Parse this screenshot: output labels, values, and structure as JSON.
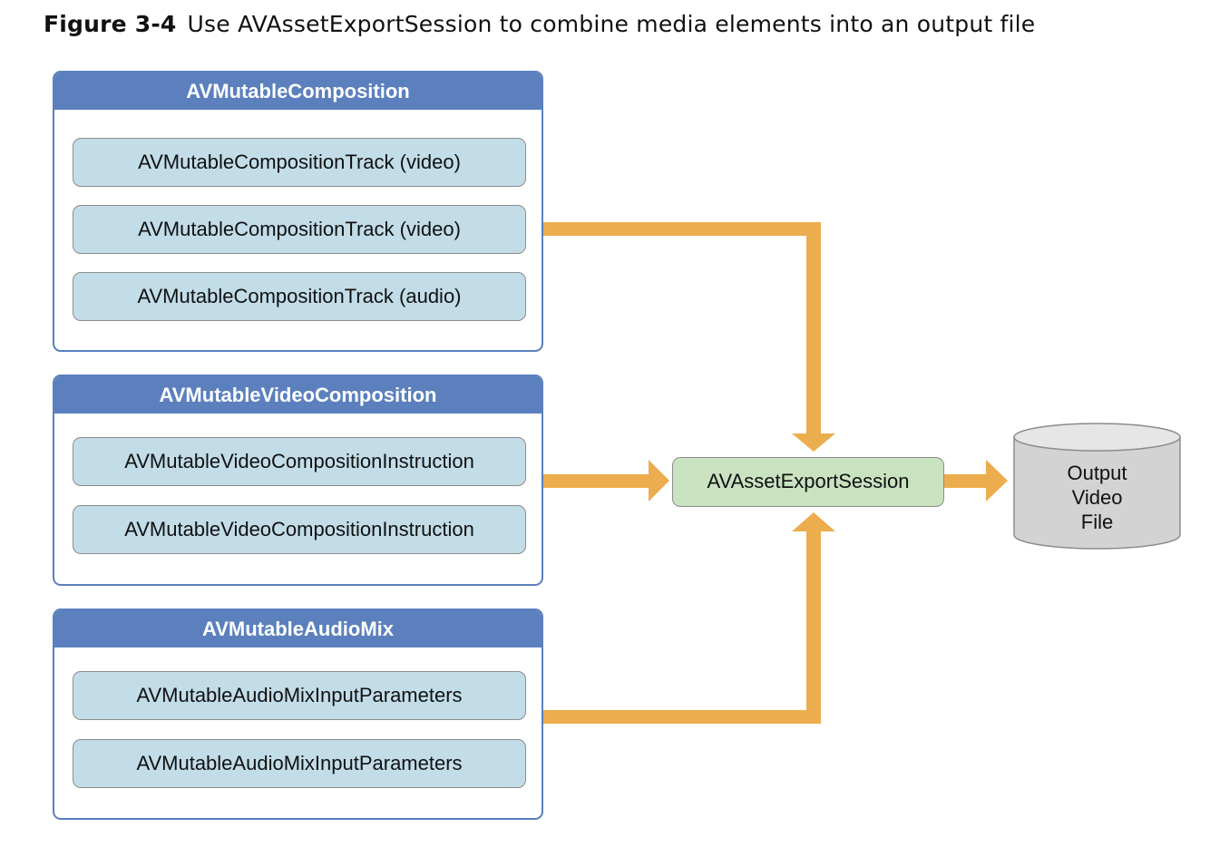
{
  "caption": {
    "figure_label": "Figure 3-4",
    "title": "Use AVAssetExportSession to combine media elements into an output file"
  },
  "groups": [
    {
      "title": "AVMutableComposition",
      "items": [
        "AVMutableCompositionTrack (video)",
        "AVMutableCompositionTrack (video)",
        "AVMutableCompositionTrack (audio)"
      ]
    },
    {
      "title": "AVMutableVideoComposition",
      "items": [
        "AVMutableVideoCompositionInstruction",
        "AVMutableVideoCompositionInstruction"
      ]
    },
    {
      "title": "AVMutableAudioMix",
      "items": [
        "AVMutableAudioMixInputParameters",
        "AVMutableAudioMixInputParameters"
      ]
    }
  ],
  "export_session": {
    "label": "AVAssetExportSession"
  },
  "output": {
    "lines": [
      "Output",
      "Video",
      "File"
    ]
  },
  "colors": {
    "header_blue": "#5b80bd",
    "item_blue": "#c2dde8",
    "export_green": "#c9e3c1",
    "arrow_orange": "#ecad4e",
    "cylinder_gray": "#d3d3d3"
  }
}
